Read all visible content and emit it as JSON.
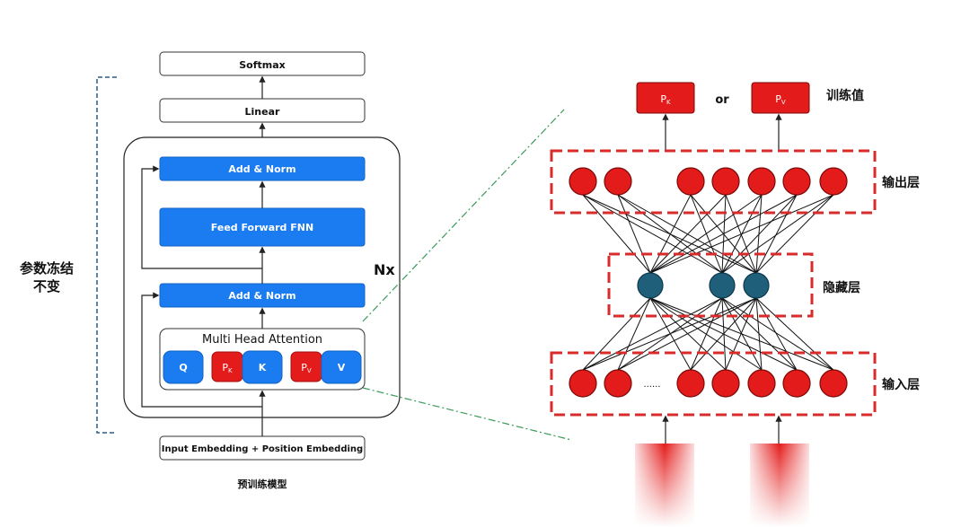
{
  "transformer": {
    "softmax_label": "Softmax",
    "linear_label": "Linear",
    "add_norm_top_label": "Add & Norm",
    "ffn_label": "Feed Forward FNN",
    "add_norm_bottom_label": "Add & Norm",
    "mha_title": "Multi Head Attention",
    "tokens": {
      "q": "Q",
      "pk_main": "P",
      "pk_sub": "K",
      "k": "K",
      "pv_main": "P",
      "pv_sub": "V",
      "v": "V"
    },
    "embedding_label": "Input Embedding + Position Embedding",
    "repeat_label": "Nx",
    "caption": "预训练模型",
    "frozen_label_line1": "参数冻结",
    "frozen_label_line2": "不变"
  },
  "network": {
    "pk_main": "P",
    "pk_sub": "K",
    "or_label": "or",
    "pv_main": "P",
    "pv_sub": "V",
    "trained_label": "训练值",
    "output_layer_label": "输出层",
    "hidden_layer_label": "隐藏层",
    "input_layer_label": "输入层",
    "input_ellipsis": "......"
  },
  "colors": {
    "blue_block": "#1a7cf0",
    "red": "#e41b1b",
    "hidden_node": "#1f5f7a",
    "dash_red": "#d92b2b",
    "connector_green": "#3a9a5a"
  }
}
